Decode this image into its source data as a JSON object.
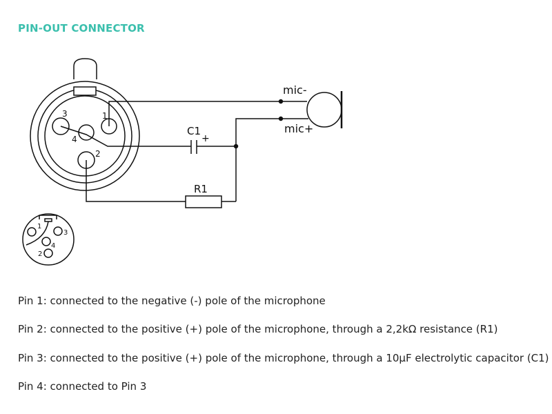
{
  "title": "PIN-OUT CONNECTOR",
  "diagram": {
    "labels": {
      "mic_minus": "mic-",
      "mic_plus": "mic+",
      "c1": "C1",
      "c1_polarity": "+",
      "r1": "R1"
    },
    "large_pins": {
      "p1": "1",
      "p2": "2",
      "p3": "3",
      "p4": "4"
    },
    "small_pins": {
      "p1": "1",
      "p2": "2",
      "p3": "3",
      "p4": "4"
    }
  },
  "descriptions": [
    "Pin 1: connected to the negative (-) pole of the microphone",
    "Pin 2: connected to the positive (+) pole of the microphone, through a 2,2kΩ resistance (R1)",
    "Pin 3: connected to the positive (+) pole of the microphone, through a 10µF electrolytic capacitor (C1)",
    "Pin 4: connected to Pin 3"
  ],
  "colors": {
    "accent": "#3bbfad",
    "text": "#222222"
  }
}
